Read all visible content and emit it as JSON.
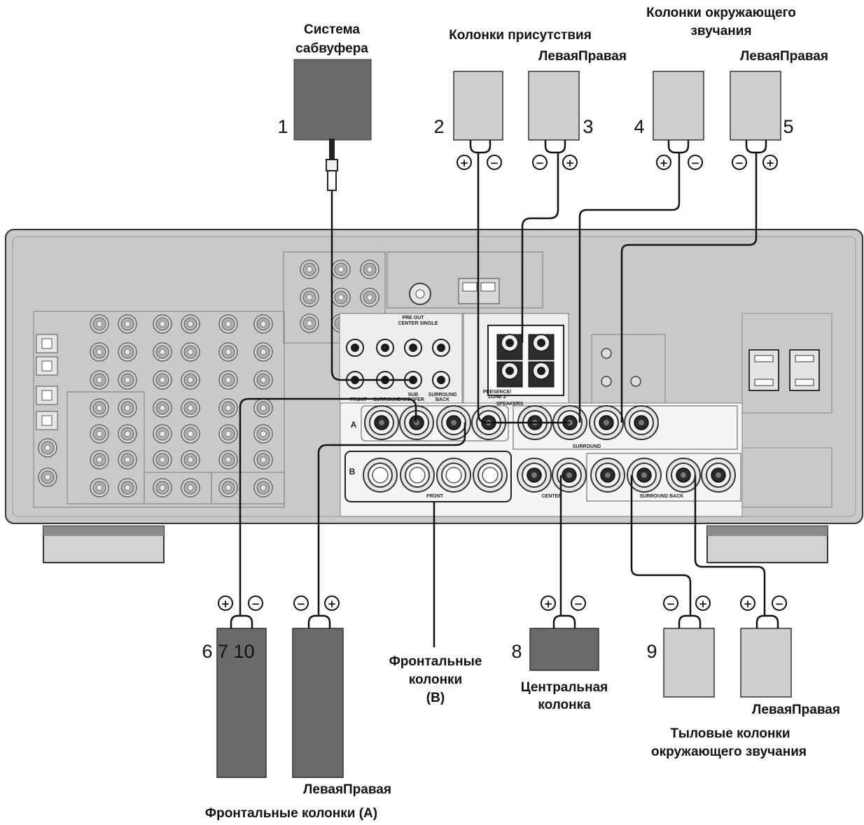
{
  "labels": {
    "subwoofer_title": [
      "Система",
      "сабвуфера"
    ],
    "presence_title": "Колонки присутствия",
    "presence_lr": "ЛеваяПравая",
    "surround_title": [
      "Колонки окружающего",
      "звучания"
    ],
    "surround_lr": "ЛеваяПравая",
    "front_b_title": [
      "Фронтальные",
      "колонки",
      "(B)"
    ],
    "center_title": [
      "Центральная",
      "колонка"
    ],
    "surround_back_lr": "ЛеваяПравая",
    "surround_back_title": [
      "Тыловые колонки",
      "окружающего звучания"
    ],
    "front_a_lr": "ЛеваяПравая",
    "front_a_title": "Фронтальные колонки (A)"
  },
  "numbers": [
    "1",
    "2",
    "3",
    "4",
    "5",
    "6 7 10",
    "8",
    "9"
  ],
  "panel_text": {
    "pre_out": "PRE OUT",
    "center_single": "CENTER SINGLE",
    "front": "FRONT",
    "surround_small": "SURROUND",
    "sub_woofer": [
      "SUB",
      "WOOFER"
    ],
    "surround_back_small": [
      "SURROUND",
      "BACK"
    ],
    "presence_zone": [
      "PRESENCE/",
      "ZONE 2"
    ],
    "speakers": "SPEAKERS",
    "row_a": "A",
    "row_b": "B",
    "surround": "SURROUND",
    "front_b": "FRONT",
    "center": "CENTER",
    "surround_back": "SURROUND BACK"
  },
  "terminal_signs": {
    "plus": "+",
    "minus": "−"
  },
  "colors": {
    "panel": "#c9c9c9",
    "panel_dark": "#5e5e5e",
    "speaker_dark": "#6a6a6a",
    "speaker_light": "#cfcfcf",
    "wire": "#111111"
  }
}
